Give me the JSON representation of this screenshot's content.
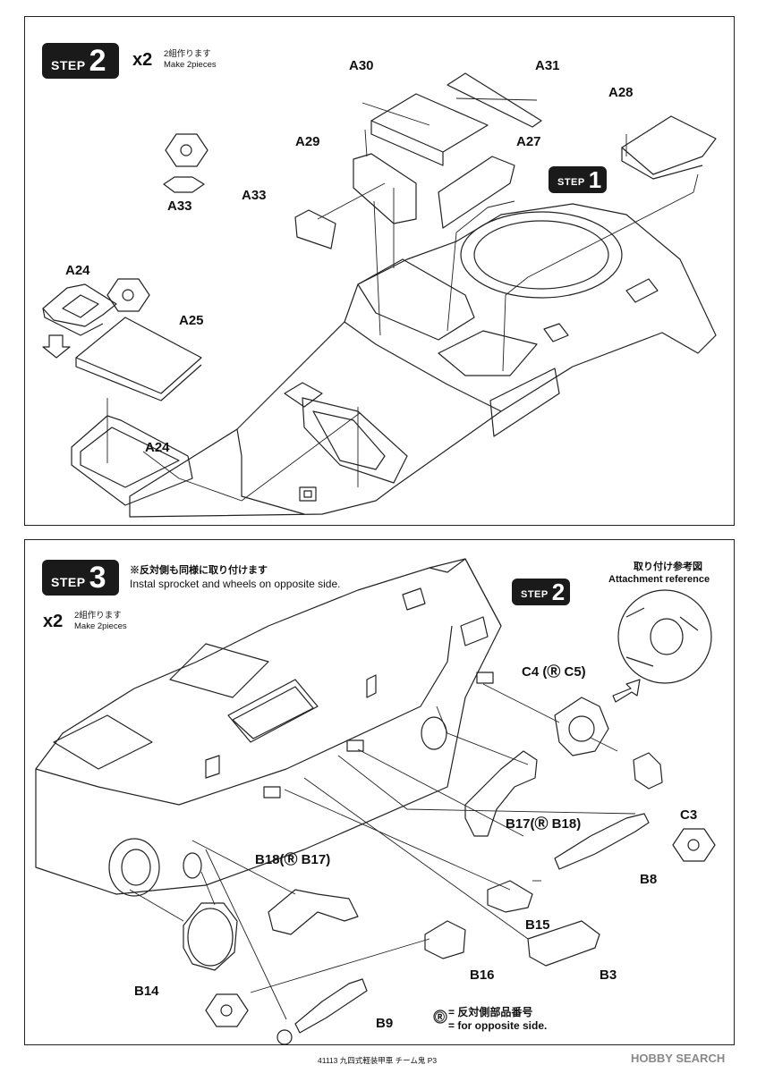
{
  "step2": {
    "badge_word": "STEP",
    "badge_num": "2",
    "multiplier": "x2",
    "note_jp": "2組作ります",
    "note_en": "Make 2pieces",
    "ref_badge_word": "STEP",
    "ref_badge_num": "1",
    "parts": {
      "A30": "A30",
      "A31": "A31",
      "A28": "A28",
      "A29": "A29",
      "A27": "A27",
      "A33_main": "A33",
      "A33_inset": "A33",
      "A24_top": "A24",
      "A25": "A25",
      "A24_bottom": "A24"
    }
  },
  "step3": {
    "badge_word": "STEP",
    "badge_num": "3",
    "note_jp": "※反対側も同様に取り付けます",
    "note_en": "Instal sprocket and wheels on opposite side.",
    "multiplier": "x2",
    "make_jp": "2組作ります",
    "make_en": "Make 2pieces",
    "ref_badge_word": "STEP",
    "ref_badge_num": "2",
    "attach_jp": "取り付け参考図",
    "attach_en": "Attachment reference",
    "parts": {
      "C4C5": "C4 (Ⓡ C5)",
      "C3": "C3",
      "B17B18": "B17(Ⓡ B18)",
      "B18B17": "B18(Ⓡ B17)",
      "B8": "B8",
      "B15": "B15",
      "B14": "B14",
      "B16": "B16",
      "B3": "B3",
      "B9": "B9"
    },
    "legend_symbol": "Ⓡ",
    "legend_jp": "= 反対側部品番号",
    "legend_en": "= for opposite side."
  },
  "footer": {
    "text": "41113 九四式軽装甲車 チーム鬼 P3",
    "watermark": "HOBBY SEARCH"
  }
}
